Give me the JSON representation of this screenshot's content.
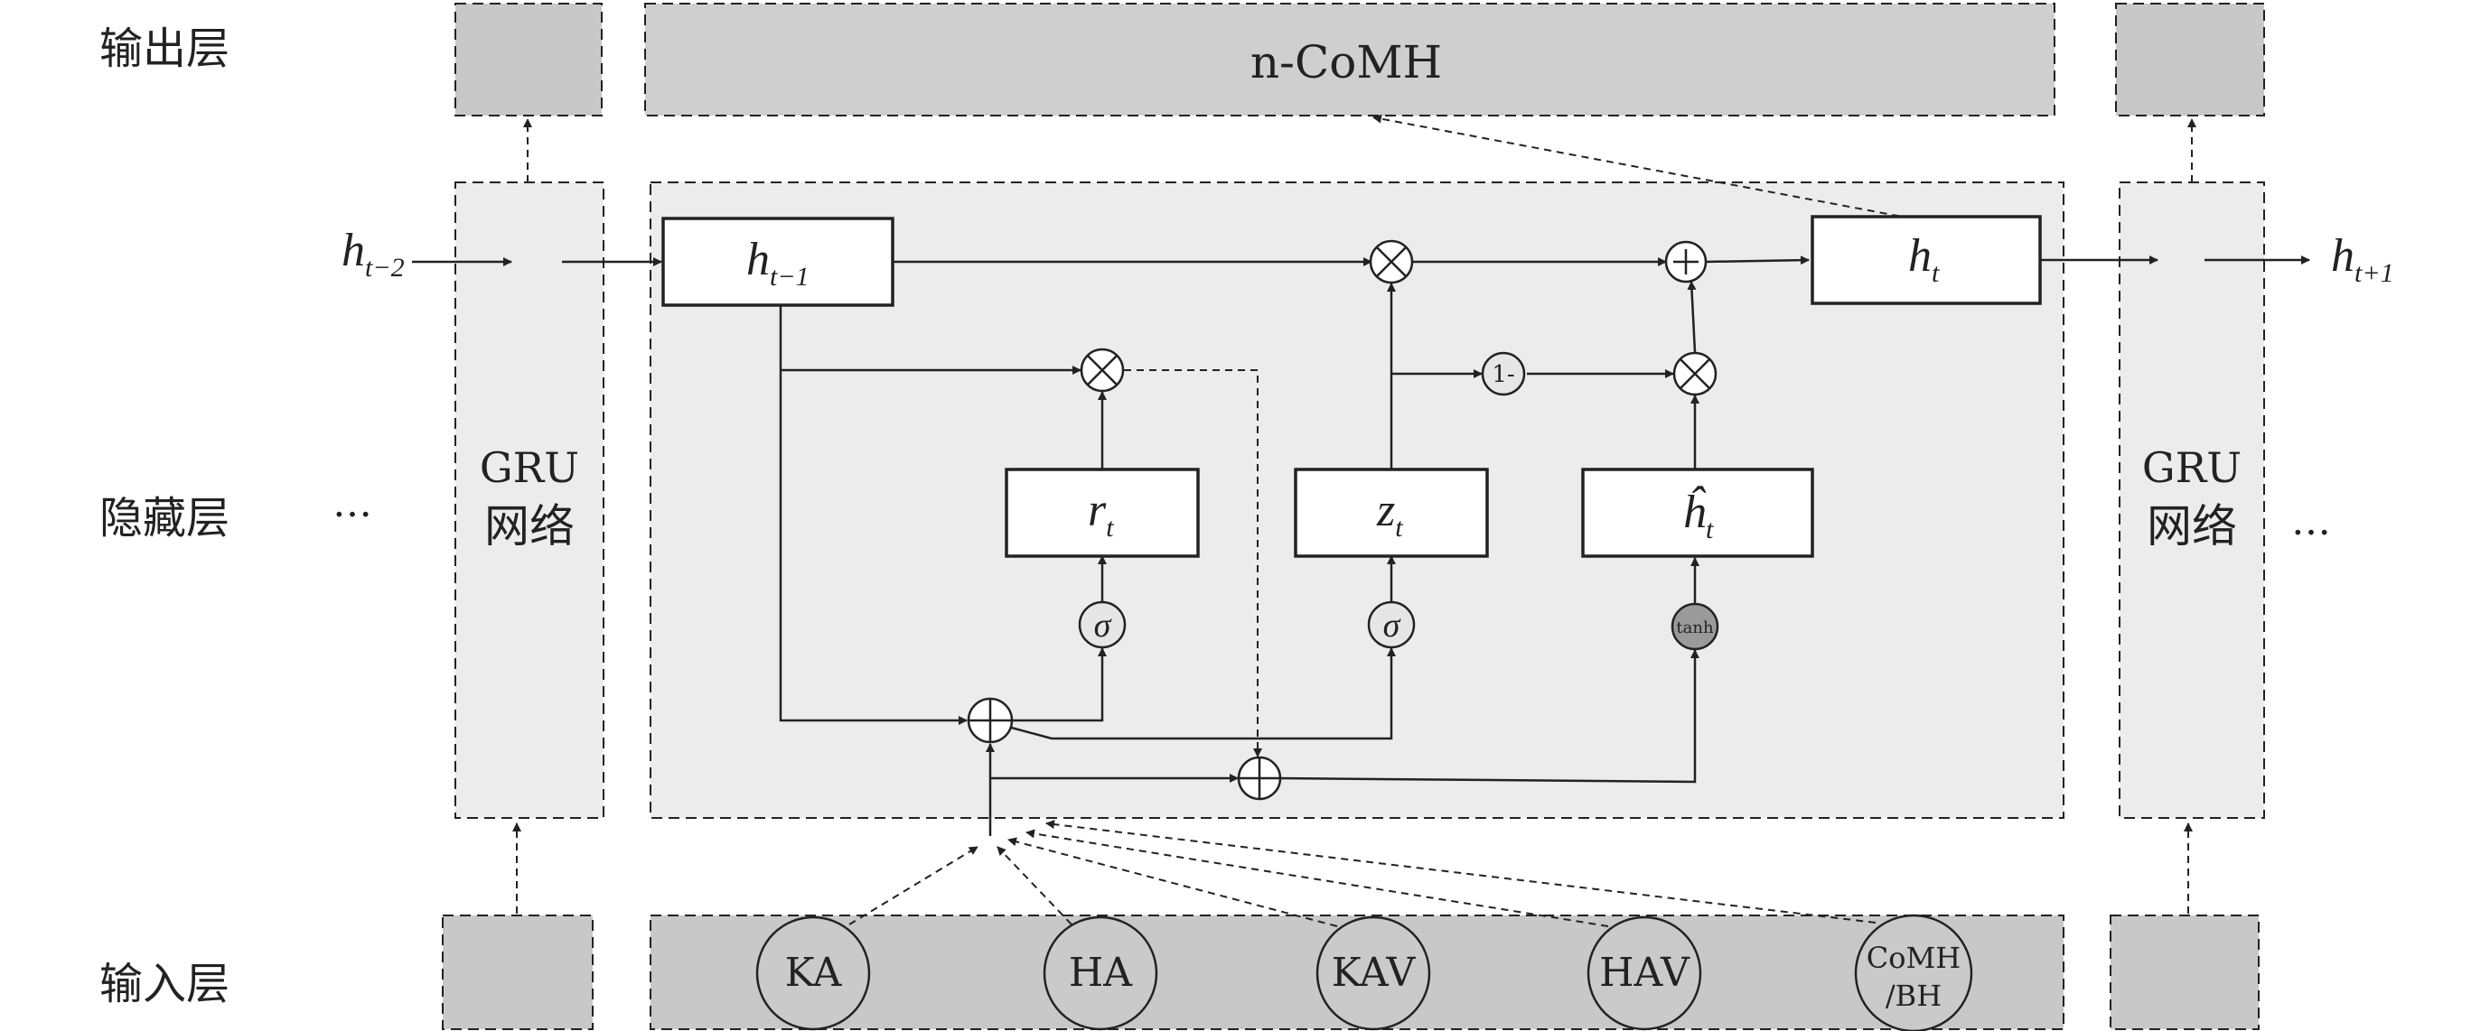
{
  "layers": {
    "output": "输出层",
    "hidden": "隐藏层",
    "input": "输入层"
  },
  "output_label": "n-CoMH",
  "gru_left": {
    "line1": "GRU",
    "line2": "网络"
  },
  "gru_right": {
    "line1": "GRU",
    "line2": "网络"
  },
  "ellipsis": "…",
  "states": {
    "prev2": {
      "base": "h",
      "sub": "t−2"
    },
    "prev1": {
      "base": "h",
      "sub": "t−1"
    },
    "curr": {
      "base": "h",
      "sub": "t"
    },
    "next": {
      "base": "h",
      "sub": "t+1"
    }
  },
  "gates": {
    "reset": {
      "base": "r",
      "sub": "t"
    },
    "update": {
      "base": "z",
      "sub": "t"
    },
    "candidate": {
      "base": "ĥ",
      "sub": "t"
    }
  },
  "operators": {
    "multiply": "⊗",
    "add": "+",
    "sigma": "σ",
    "tanh": "tanh",
    "one_minus": "1-"
  },
  "inputs": [
    "KA",
    "HA",
    "KAV",
    "HAV",
    "CoMH",
    "/BH"
  ],
  "colors": {
    "dark_panel": "#c8c8c8",
    "light_panel": "#ececec",
    "tanh_fill": "#9a9a9a",
    "stroke": "#222222"
  }
}
